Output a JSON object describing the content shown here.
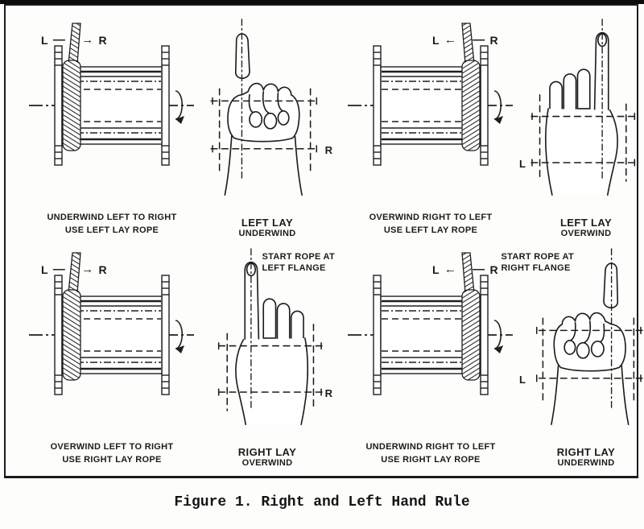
{
  "figure": {
    "caption": "Figure 1. Right and Left Hand Rule"
  },
  "quadrants": [
    {
      "name": "top-left",
      "wind_label": {
        "left": "L",
        "seg1": "—",
        "seg2": "→",
        "right": "R"
      },
      "drum_caption": {
        "line1": "UNDERWIND LEFT TO RIGHT",
        "line2": "USE LEFT LAY ROPE"
      },
      "hand_side_label": "R",
      "hand_caption": {
        "line1": "LEFT LAY",
        "line2": "UNDERWIND"
      }
    },
    {
      "name": "top-right",
      "wind_label": {
        "left": "L",
        "seg1": "←",
        "seg2": "—",
        "right": "R"
      },
      "drum_caption": {
        "line1": "OVERWIND RIGHT TO LEFT",
        "line2": "USE LEFT LAY ROPE"
      },
      "hand_side_label": "L",
      "hand_caption": {
        "line1": "LEFT LAY",
        "line2": "OVERWIND"
      }
    },
    {
      "name": "bottom-left",
      "wind_label": {
        "left": "L",
        "seg1": "—",
        "seg2": "→",
        "right": "R"
      },
      "drum_caption": {
        "line1": "OVERWIND LEFT TO RIGHT",
        "line2": "USE RIGHT LAY ROPE"
      },
      "hand_side_label": "R",
      "annotation": {
        "line1": "START ROPE AT",
        "line2": "LEFT FLANGE"
      },
      "hand_caption": {
        "line1": "RIGHT LAY",
        "line2": "OVERWIND"
      }
    },
    {
      "name": "bottom-right",
      "wind_label": {
        "left": "L",
        "seg1": "←",
        "seg2": "—",
        "right": "R"
      },
      "drum_caption": {
        "line1": "UNDERWIND RIGHT TO LEFT",
        "line2": "USE RIGHT LAY ROPE"
      },
      "hand_side_label": "L",
      "annotation": {
        "line1": "START ROPE AT",
        "line2": "RIGHT FLANGE"
      },
      "hand_caption": {
        "line1": "RIGHT LAY",
        "line2": "UNDERWIND"
      }
    }
  ]
}
